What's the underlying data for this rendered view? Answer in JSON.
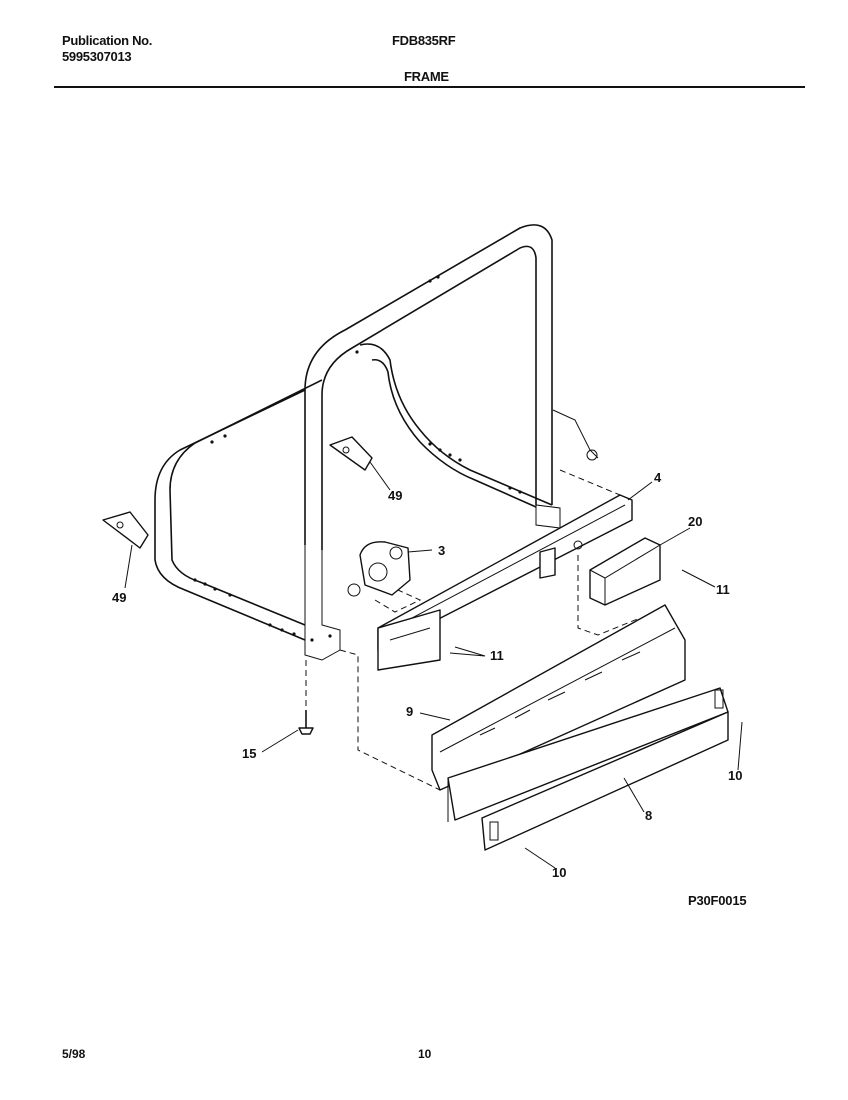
{
  "header": {
    "publication_label": "Publication No.",
    "publication_number": "5995307013",
    "model": "FDB835RF",
    "section_title": "FRAME"
  },
  "diagram": {
    "callouts": {
      "c3": "3",
      "c4": "4",
      "c8": "8",
      "c9": "9",
      "c10a": "10",
      "c10b": "10",
      "c11a": "11",
      "c11b": "11",
      "c15": "15",
      "c20": "20",
      "c49a": "49",
      "c49b": "49"
    },
    "drawing_reference": "P30F0015"
  },
  "footer": {
    "date": "5/98",
    "page_number": "10"
  }
}
